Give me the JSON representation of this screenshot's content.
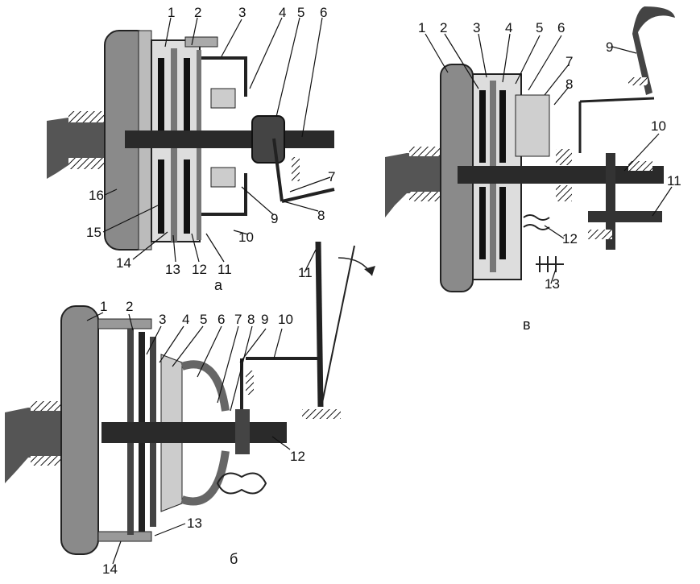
{
  "diagram": {
    "a": {
      "caption": "а",
      "callouts": [
        "1",
        "2",
        "3",
        "4",
        "5",
        "6",
        "7",
        "8",
        "9",
        "10",
        "11",
        "12",
        "13",
        "14",
        "15",
        "16"
      ]
    },
    "b": {
      "caption": "б",
      "callouts": [
        "1",
        "2",
        "3",
        "4",
        "5",
        "6",
        "7",
        "8",
        "9",
        "10",
        "11",
        "12",
        "13",
        "14"
      ]
    },
    "v": {
      "caption": "в",
      "callouts": [
        "1",
        "2",
        "3",
        "4",
        "5",
        "6",
        "7",
        "8",
        "9",
        "10",
        "11",
        "12",
        "13"
      ]
    }
  }
}
